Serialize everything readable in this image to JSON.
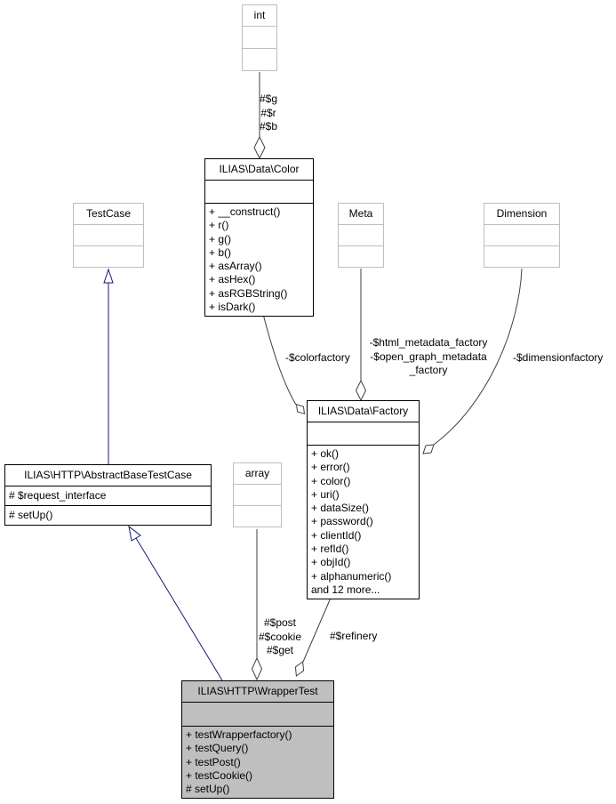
{
  "diagram": {
    "classes": {
      "int": {
        "title": "int"
      },
      "color": {
        "title": "ILIAS\\Data\\Color",
        "methods": [
          "+ __construct()",
          "+ r()",
          "+ g()",
          "+ b()",
          "+ asArray()",
          "+ asHex()",
          "+ asRGBString()",
          "+ isDark()"
        ]
      },
      "testcase": {
        "title": "TestCase"
      },
      "meta": {
        "title": "Meta"
      },
      "dimension": {
        "title": "Dimension"
      },
      "factory": {
        "title": "ILIAS\\Data\\Factory",
        "methods": [
          "+ ok()",
          "+ error()",
          "+ color()",
          "+ uri()",
          "+ dataSize()",
          "+ password()",
          "+ clientId()",
          "+ refId()",
          "+ objId()",
          "+ alphanumeric()",
          "and 12 more..."
        ]
      },
      "abstract_base_test_case": {
        "title": "ILIAS\\HTTP\\AbstractBaseTestCase",
        "attributes": [
          "# $request_interface"
        ],
        "methods": [
          "# setUp()"
        ]
      },
      "array": {
        "title": "array"
      },
      "wrapper_test": {
        "title": "ILIAS\\HTTP\\WrapperTest",
        "methods": [
          "+ testWrapperfactory()",
          "+ testQuery()",
          "+ testPost()",
          "+ testCookie()",
          "# setUp()"
        ]
      }
    },
    "edges": {
      "int_to_color": {
        "labels": [
          "#$g",
          "#$r",
          "#$b"
        ]
      },
      "color_to_factory": {
        "label": "-$colorfactory"
      },
      "meta_to_factory": {
        "labels": [
          "-$html_metadata_factory",
          "-$open_graph_metadata",
          "_factory"
        ]
      },
      "dimension_to_factory": {
        "label": "-$dimensionfactory"
      },
      "array_to_wrapper": {
        "labels": [
          "#$post",
          "#$cookie",
          "#$get"
        ]
      },
      "factory_to_wrapper": {
        "label": "#$refinery"
      }
    },
    "colors": {
      "highlight_fill": "#bfbfbf",
      "external_border": "#bfbfbf",
      "class_border": "#000000",
      "inheritance_edge": "#191970",
      "aggregation_edge": "#404040"
    }
  }
}
